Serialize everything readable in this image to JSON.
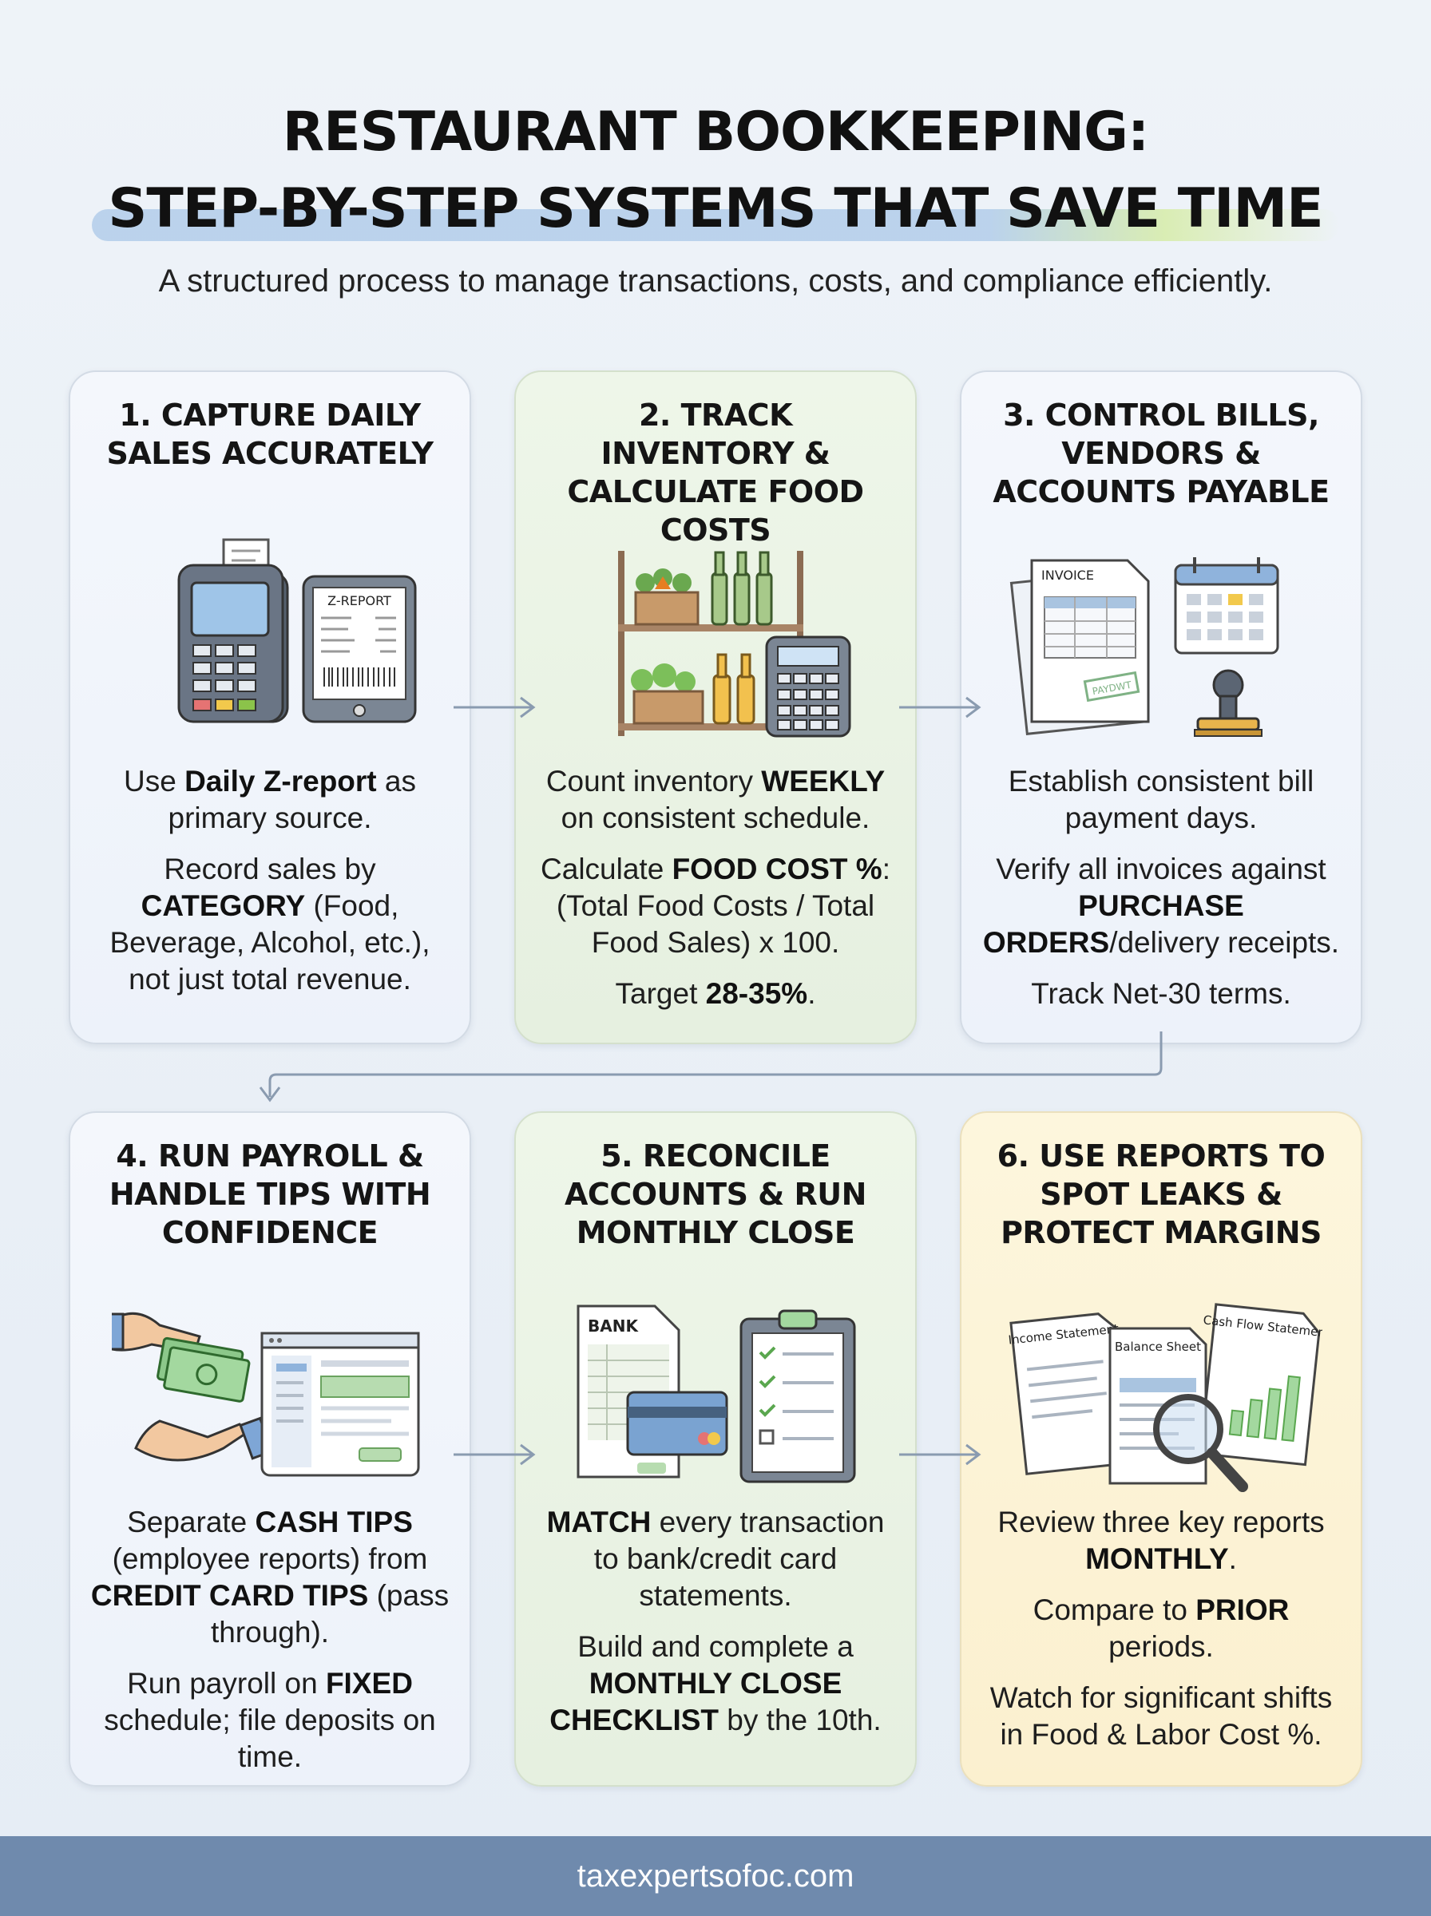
{
  "header": {
    "title_line1": "RESTAURANT BOOKKEEPING:",
    "title_line2": "STEP-BY-STEP SYSTEMS THAT SAVE TIME",
    "subtitle": "A structured process to manage transactions, costs, and compliance efficiently."
  },
  "steps": [
    {
      "title": "1. CAPTURE DAILY SALES ACCURATELY",
      "illustration": {
        "icons": [
          "pos-terminal-icon",
          "tablet-report-icon"
        ],
        "tablet_label": "Z-REPORT"
      },
      "p1": {
        "a": "Use ",
        "b": "Daily Z-report",
        "c": " as primary source."
      },
      "p2": {
        "a": "Record sales by ",
        "b": "CATEGORY",
        "c": " (Food, Beverage, Alcohol, etc.), not just total revenue."
      }
    },
    {
      "title": "2. TRACK INVENTORY & CALCULATE FOOD COSTS",
      "illustration": {
        "icons": [
          "inventory-shelf-icon",
          "calculator-icon"
        ]
      },
      "p1": {
        "a": "Count inventory ",
        "b": "WEEKLY",
        "c": " on consistent schedule."
      },
      "p2": {
        "a": "Calculate ",
        "b": "FOOD COST %",
        "c": ": (Total Food Costs / Total Food Sales) x 100."
      },
      "p3": {
        "a": "Target ",
        "b": "28-35%",
        "c": "."
      }
    },
    {
      "title": "3. CONTROL BILLS, VENDORS & ACCOUNTS PAYABLE",
      "illustration": {
        "icons": [
          "invoice-icon",
          "calendar-icon",
          "stamp-icon"
        ],
        "invoice_label": "INVOICE",
        "stamp_text": "PAYDWT"
      },
      "p1": {
        "a": "Establish consistent bill payment days."
      },
      "p2": {
        "a": "Verify all invoices against ",
        "b": "PURCHASE ORDERS",
        "c": "/delivery receipts."
      },
      "p3": {
        "a": "Track Net-30 terms."
      }
    },
    {
      "title": "4. RUN PAYROLL & HANDLE TIPS WITH CONFIDENCE",
      "illustration": {
        "icons": [
          "cash-hand-icon",
          "payroll-screen-icon"
        ]
      },
      "p1": {
        "a": "Separate ",
        "b": "CASH TIPS",
        "c": " (employee reports) from ",
        "d": "CREDIT CARD TIPS",
        "e": " (pass through)."
      },
      "p2": {
        "a": "Run payroll on ",
        "b": "FIXED",
        "c": " schedule; file deposits on time."
      }
    },
    {
      "title": "5. RECONCILE ACCOUNTS & RUN MONTHLY CLOSE",
      "illustration": {
        "icons": [
          "bank-statement-icon",
          "credit-card-icon",
          "checklist-clipboard-icon"
        ],
        "bank_label": "BANK"
      },
      "p1": {
        "a": "MATCH",
        "b": " every transaction to bank/credit card statements."
      },
      "p2": {
        "a": "Build and complete a ",
        "b": "MONTHLY CLOSE CHECKLIST",
        "c": " by the 10th."
      }
    },
    {
      "title": "6. USE REPORTS TO SPOT LEAKS & PROTECT MARGINS",
      "illustration": {
        "icons": [
          "income-statement-icon",
          "balance-sheet-icon",
          "cash-flow-statement-icon",
          "magnifier-icon"
        ],
        "doc1": "Income Statement",
        "doc2": "Balance Sheet",
        "doc3": "Cash Flow Statement"
      },
      "p1": {
        "a": "Review three key reports ",
        "b": "MONTHLY",
        "c": "."
      },
      "p2": {
        "a": "Compare to ",
        "b": "PRIOR",
        "c": " periods."
      },
      "p3": {
        "a": "Watch for significant shifts in Food & Labor Cost %."
      }
    }
  ],
  "footer": {
    "site": "taxexpertsofoc.com"
  },
  "colors": {
    "blue_card": "#f1f5fb",
    "green_card": "#eaf3e4",
    "yellow_card": "#fcf3d6",
    "footer": "#6f8aad",
    "arrow": "#8a9bb0"
  }
}
